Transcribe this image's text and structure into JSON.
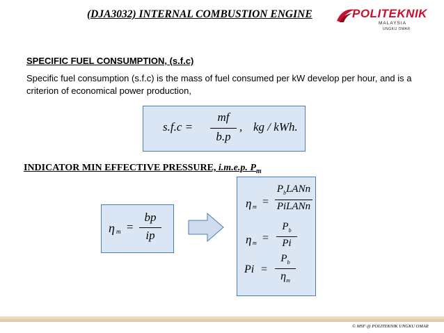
{
  "header": {
    "title": "(DJA3032) INTERNAL COMBUSTION ENGINE",
    "logo": {
      "main": "POLITEKNIK",
      "sub": "MALAYSIA",
      "sub2": "UNGKU OMAR",
      "icon": "swoosh-icon"
    }
  },
  "section1": {
    "heading": "SPECIFIC FUEL CONSUMPTION, (s.f.c)",
    "body": "Specific fuel consumption (s.f.c)  is the mass of fuel consumed per kW develop per hour, and is a criterion of economical power production,",
    "formula": {
      "lhs": "s.f.c =",
      "numerator": "mf",
      "denominator": "b.p",
      "comma": ",",
      "unit": "kg / kWh."
    }
  },
  "section2": {
    "heading_main": "INDICATOR MIN EFFECTIVE PRESSURE, ",
    "heading_italic": "i.m.e.p. P",
    "heading_sub": "m",
    "left_formula": {
      "lhs": "η",
      "lhs_sub": "m",
      "eq": "=",
      "numerator": "bp",
      "denominator": "ip"
    },
    "right_formulas": [
      {
        "lhs": "η",
        "lhs_sub": "m",
        "eq": "=",
        "num_main": "P",
        "num_sub": "b",
        "num_rest": "LANn",
        "denominator": "PiLANn"
      },
      {
        "lhs": "η",
        "lhs_sub": "m",
        "eq": "=",
        "num_main": "P",
        "num_sub": "b",
        "denominator": "Pi"
      },
      {
        "lhs": "Pi",
        "eq": "=",
        "num_main": "P",
        "num_sub": "b",
        "den_main": "η",
        "den_sub": "m"
      }
    ],
    "arrow_icon": "right-arrow-icon"
  },
  "footer": {
    "copyright": "© MSF @ POLITEKNIK UNGKU OMAR"
  },
  "colors": {
    "logo_red": "#c8102e",
    "box_fill": "#dbe6f4",
    "box_border": "#4a7ebb",
    "arrow_fill": "#cfdcee"
  }
}
